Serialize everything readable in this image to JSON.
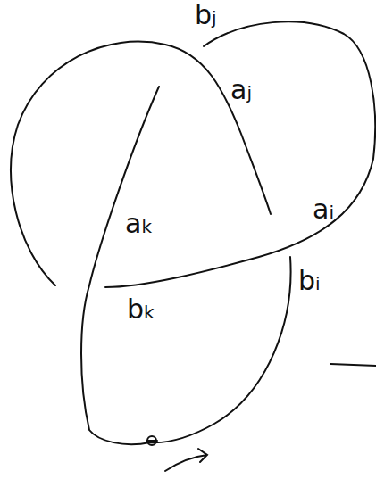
{
  "diagram": {
    "labels": [
      "bj",
      "aj",
      "ak",
      "ai",
      "bk",
      "bi"
    ]
  }
}
